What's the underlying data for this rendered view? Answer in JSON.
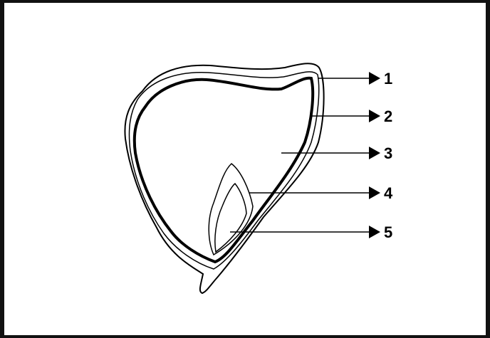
{
  "diagram": {
    "labels": [
      {
        "id": "1",
        "text": "1"
      },
      {
        "id": "2",
        "text": "2"
      },
      {
        "id": "3",
        "text": "3"
      },
      {
        "id": "4",
        "text": "4"
      },
      {
        "id": "5",
        "text": "5"
      }
    ]
  },
  "colors": {
    "stroke": "#000000",
    "background": "#ffffff"
  }
}
